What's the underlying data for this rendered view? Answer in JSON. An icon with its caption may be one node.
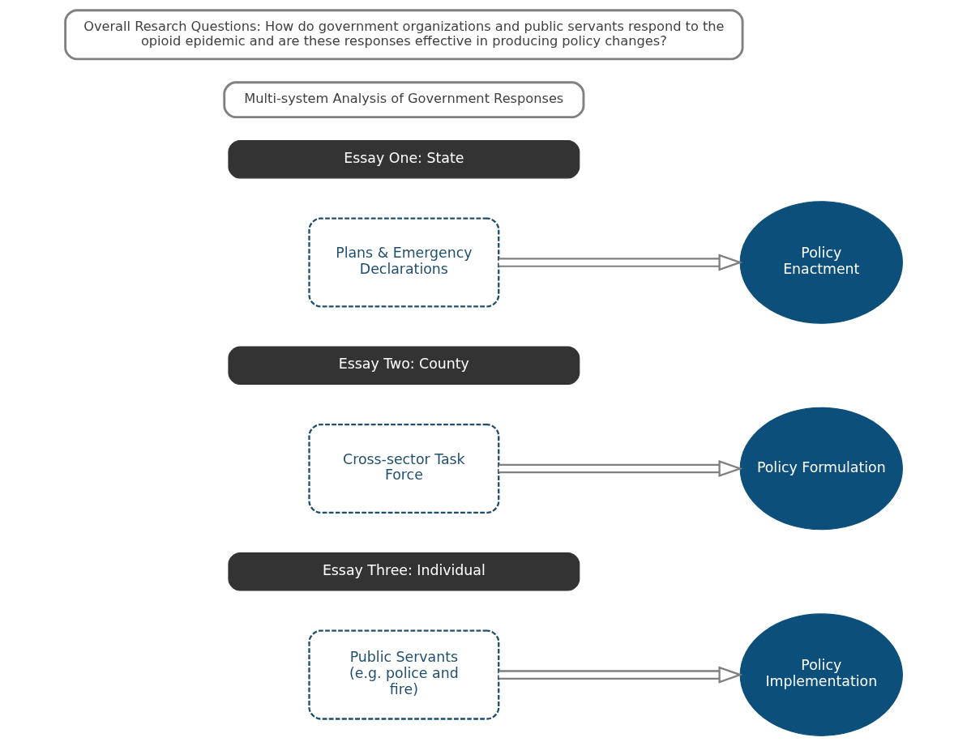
{
  "diagram": {
    "nodes": [
      {
        "text": [
          "Overall Resarch Questions: How do government organizations and public servants respond to the opioid epidemic and are these responses effective in producing policy changes?"
        ]
      },
      {
        "text": [
          "Multi-system Analysis of Government Responses"
        ]
      },
      {
        "text": [
          "Essay One: State"
        ]
      },
      {
        "text": [
          "Plans & Emergency Declarations"
        ]
      },
      {
        "text": [
          "Policy Enactment"
        ]
      },
      {
        "text": [
          "Essay Two: County"
        ]
      },
      {
        "text": [
          "Cross-sector Task Force"
        ]
      },
      {
        "text": [
          "Policy Formulation"
        ]
      },
      {
        "text": [
          "Essay Three: Individual"
        ]
      },
      {
        "text": [
          "Public Servants (e.g. police and fire)"
        ]
      },
      {
        "text": [
          "Policy Implementation"
        ]
      }
    ],
    "edges": [
      {
        "from": 3,
        "to": 4,
        "arrow": "to"
      },
      {
        "from": 6,
        "to": 7,
        "arrow": "to"
      },
      {
        "from": 9,
        "to": 10,
        "arrow": "to"
      }
    ]
  }
}
